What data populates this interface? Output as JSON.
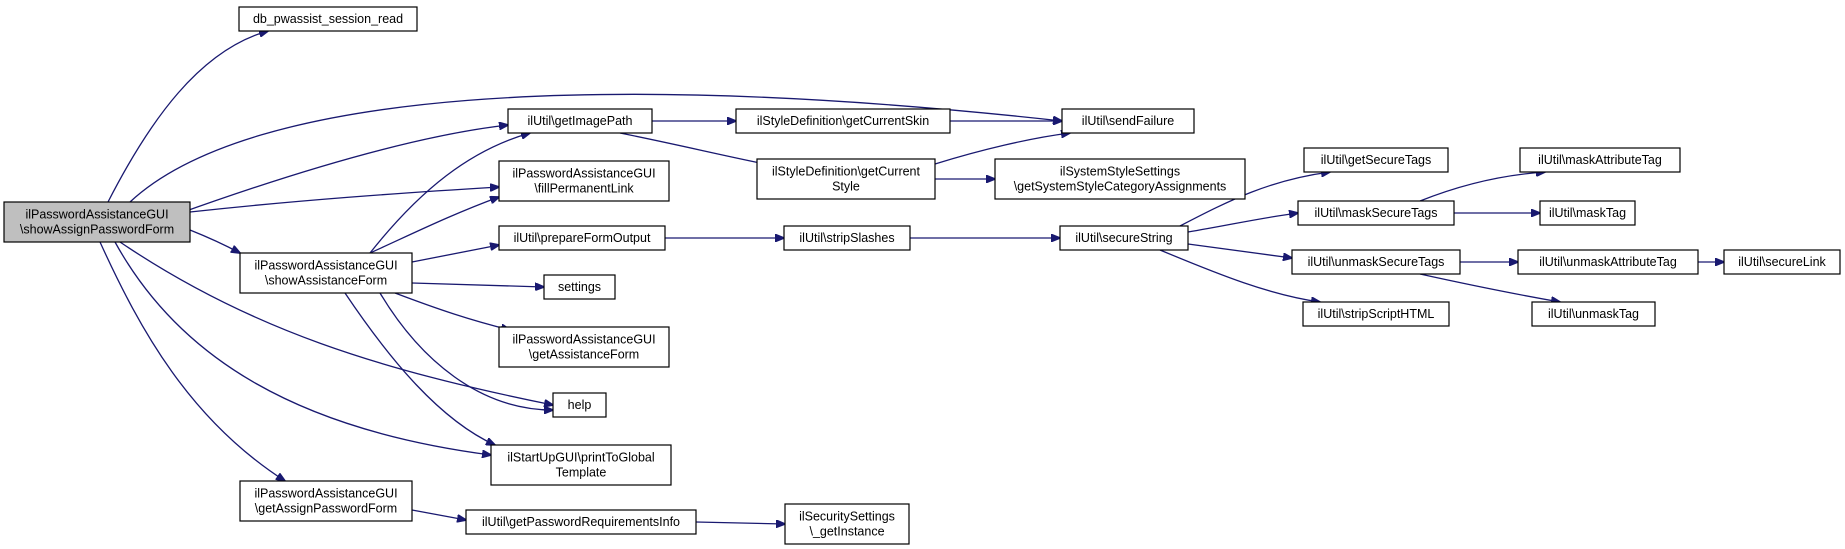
{
  "nodes": {
    "root": [
      "ilPasswordAssistanceGUI",
      "\\showAssignPasswordForm"
    ],
    "db_read": [
      "db_pwassist_session_read"
    ],
    "getImagePath": [
      "ilUtil\\getImagePath"
    ],
    "fillPermanentLink": [
      "ilPasswordAssistanceGUI",
      "\\fillPermanentLink"
    ],
    "showAssistanceForm": [
      "ilPasswordAssistanceGUI",
      "\\showAssistanceForm"
    ],
    "prepareFormOutput": [
      "ilUtil\\prepareFormOutput"
    ],
    "settings": [
      "settings"
    ],
    "getAssistanceForm": [
      "ilPasswordAssistanceGUI",
      "\\getAssistanceForm"
    ],
    "help": [
      "help"
    ],
    "printToGlobalTemplate": [
      "ilStartUpGUI\\printToGlobal",
      "Template"
    ],
    "getAssignPasswordForm": [
      "ilPasswordAssistanceGUI",
      "\\getAssignPasswordForm"
    ],
    "getPasswordRequirementsInfo": [
      "ilUtil\\getPasswordRequirementsInfo"
    ],
    "getCurrentSkin": [
      "ilStyleDefinition\\getCurrentSkin"
    ],
    "getCurrentStyle": [
      "ilStyleDefinition\\getCurrent",
      "Style"
    ],
    "stripSlashes": [
      "ilUtil\\stripSlashes"
    ],
    "getInstance": [
      "ilSecuritySettings",
      "\\_getInstance"
    ],
    "sendFailure": [
      "ilUtil\\sendFailure"
    ],
    "getSystemStyleCategoryAssignments": [
      "ilSystemStyleSettings",
      "\\getSystemStyleCategoryAssignments"
    ],
    "secureString": [
      "ilUtil\\secureString"
    ],
    "getSecureTags": [
      "ilUtil\\getSecureTags"
    ],
    "maskSecureTags": [
      "ilUtil\\maskSecureTags"
    ],
    "unmaskSecureTags": [
      "ilUtil\\unmaskSecureTags"
    ],
    "stripScriptHTML": [
      "ilUtil\\stripScriptHTML"
    ],
    "maskAttributeTag": [
      "ilUtil\\maskAttributeTag"
    ],
    "maskTag": [
      "ilUtil\\maskTag"
    ],
    "unmaskAttributeTag": [
      "ilUtil\\unmaskAttributeTag"
    ],
    "unmaskTag": [
      "ilUtil\\unmaskTag"
    ],
    "secureLink": [
      "ilUtil\\secureLink"
    ]
  },
  "colors": {
    "edge": "#191970",
    "root_fill": "#bfbfbf",
    "node_fill": "#ffffff",
    "node_stroke": "#000000"
  }
}
